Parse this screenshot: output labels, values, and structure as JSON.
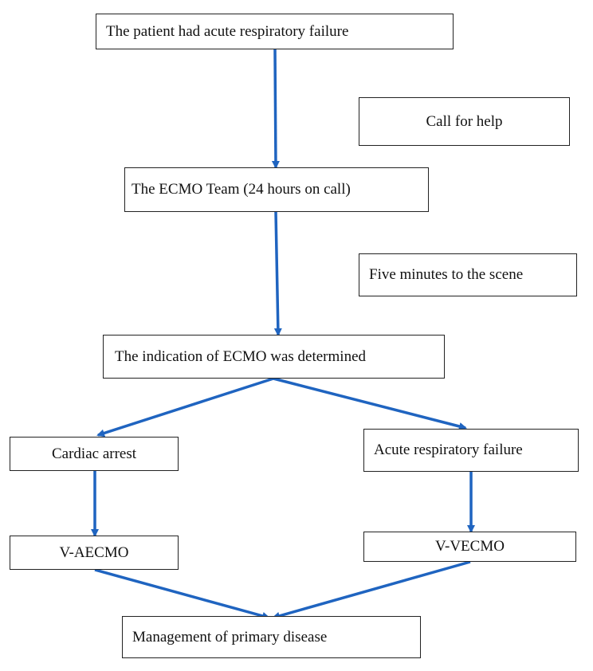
{
  "boxes": {
    "start": "The patient had acute respiratory failure",
    "help": "Call for help",
    "team": "The ECMO Team (24 hours on call)",
    "five_minutes": "Five minutes to the scene",
    "indication": "The indication of ECMO was determined",
    "cardiac_arrest": "Cardiac arrest",
    "acute_respiratory_failure": "Acute respiratory failure",
    "va_ecmo": "V-AECMO",
    "vv_ecmo": "V-VECMO",
    "management": "Management of primary disease"
  },
  "colors": {
    "arrow": "#1f64c0",
    "box_border": "#222222"
  }
}
